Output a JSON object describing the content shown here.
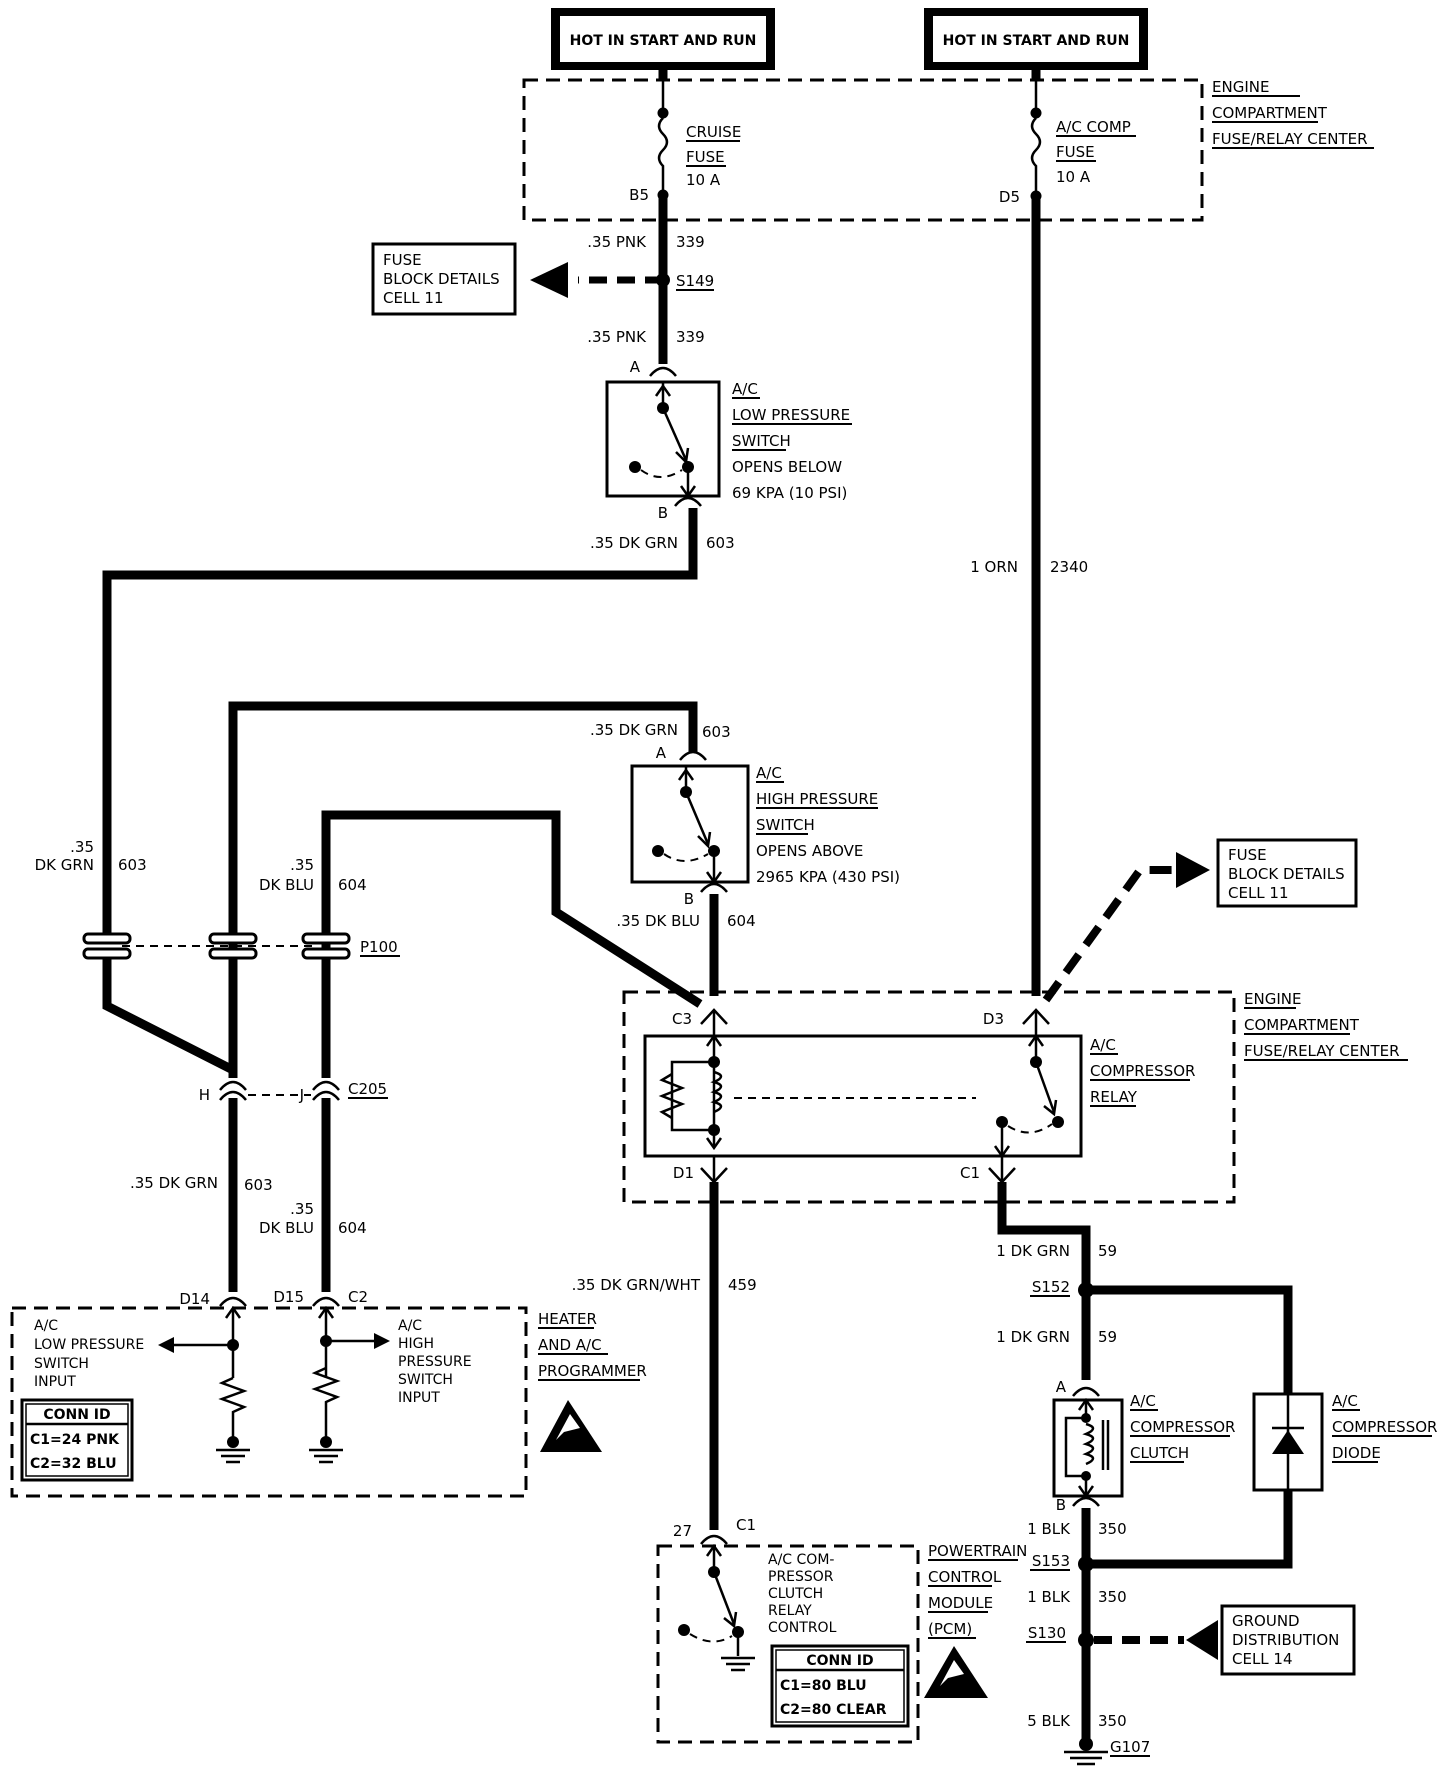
{
  "sources": [
    {
      "label": "HOT IN START AND RUN"
    },
    {
      "label": "HOT IN START AND RUN"
    }
  ],
  "fuse_center_top": {
    "label_lines": [
      "ENGINE",
      "COMPARTMENT",
      "FUSE/RELAY CENTER"
    ]
  },
  "fuse_center_relay": {
    "label_lines": [
      "ENGINE",
      "COMPARTMENT",
      "FUSE/RELAY CENTER"
    ]
  },
  "fuses": {
    "cruise": {
      "lines": [
        "CRUISE",
        "FUSE",
        "10 A"
      ],
      "terminal": "B5"
    },
    "ac_comp": {
      "lines": [
        "A/C COMP",
        "FUSE",
        "10 A"
      ],
      "terminal": "D5"
    }
  },
  "ref_boxes": {
    "fuse_block_1": {
      "lines": [
        "FUSE",
        "BLOCK DETAILS",
        "CELL 11"
      ]
    },
    "fuse_block_2": {
      "lines": [
        "FUSE",
        "BLOCK DETAILS",
        "CELL 11"
      ]
    },
    "ground_dist": {
      "lines": [
        "GROUND",
        "DISTRIBUTION",
        "CELL 14"
      ]
    }
  },
  "splices": {
    "s149": "S149",
    "s152": "S152",
    "s153": "S153",
    "s130": "S130",
    "g107": "G107"
  },
  "wires": {
    "w339a": {
      "gauge": ".35 PNK",
      "circuit": "339"
    },
    "w339b": {
      "gauge": ".35 PNK",
      "circuit": "339"
    },
    "w603a": {
      "gauge": ".35 DK GRN",
      "circuit": "603"
    },
    "w2340": {
      "gauge": "1 ORN",
      "circuit": "2340"
    },
    "w603b": {
      "gauge": ".35 DK GRN",
      "circuit": "603"
    },
    "w603c": {
      "gauge_l1": ".35",
      "gauge_l2": "DK GRN",
      "circuit": "603"
    },
    "w604a": {
      "gauge_l1": ".35",
      "gauge_l2": "DK BLU",
      "circuit": "604"
    },
    "w604b": {
      "gauge": ".35 DK BLU",
      "circuit": "604"
    },
    "w603d": {
      "gauge": ".35 DK GRN",
      "circuit": "603"
    },
    "w604c": {
      "gauge_l1": ".35",
      "gauge_l2": "DK BLU",
      "circuit": "604"
    },
    "w459": {
      "gauge": ".35 DK GRN/WHT",
      "circuit": "459"
    },
    "w59a": {
      "gauge": "1 DK GRN",
      "circuit": "59"
    },
    "w59b": {
      "gauge": "1 DK GRN",
      "circuit": "59"
    },
    "w350a": {
      "gauge": "1 BLK",
      "circuit": "350"
    },
    "w350b": {
      "gauge": "1 BLK",
      "circuit": "350"
    },
    "w350c": {
      "gauge": "5 BLK",
      "circuit": "350"
    }
  },
  "low_pressure_switch": {
    "lines": [
      "A/C",
      "LOW PRESSURE",
      "SWITCH",
      "OPENS BELOW",
      "69 KPA (10 PSI)"
    ],
    "pin_a": "A",
    "pin_b": "B"
  },
  "high_pressure_switch": {
    "lines": [
      "A/C",
      "HIGH PRESSURE",
      "SWITCH",
      "OPENS ABOVE",
      "2965 KPA (430 PSI)"
    ],
    "pin_a": "A",
    "pin_b": "B"
  },
  "relay": {
    "lines": [
      "A/C",
      "COMPRESSOR",
      "RELAY"
    ],
    "pins": {
      "c3": "C3",
      "d3": "D3",
      "d1": "D1",
      "c1": "C1"
    }
  },
  "connectors": {
    "p100": "P100",
    "c205": "C205",
    "c205_h": "H",
    "c205_j": "J"
  },
  "programmer": {
    "title_lines": [
      "HEATER",
      "AND A/C",
      "PROGRAMMER"
    ],
    "low_input": [
      "A/C",
      "LOW PRESSURE",
      "SWITCH",
      "INPUT"
    ],
    "high_input": [
      "A/C",
      "HIGH",
      "PRESSURE",
      "SWITCH",
      "INPUT"
    ],
    "pins": {
      "d14": "D14",
      "d15": "D15",
      "c2": "C2"
    },
    "conn_id": [
      "CONN ID",
      "C1=24 PNK",
      "C2=32 BLU"
    ]
  },
  "pcm": {
    "title_lines": [
      "POWERTRAIN",
      "CONTROL",
      "MODULE",
      "(PCM)"
    ],
    "relay_control": [
      "A/C COM-",
      "PRESSOR",
      "CLUTCH",
      "RELAY",
      "CONTROL"
    ],
    "pins": {
      "p27": "27",
      "c1": "C1"
    },
    "conn_id": [
      "CONN ID",
      "C1=80 BLU",
      "C2=80 CLEAR"
    ]
  },
  "clutch": {
    "lines": [
      "A/C",
      "COMPRESSOR",
      "CLUTCH"
    ],
    "pin_a": "A",
    "pin_b": "B"
  },
  "diode": {
    "lines": [
      "A/C",
      "COMPRESSOR",
      "DIODE"
    ]
  }
}
